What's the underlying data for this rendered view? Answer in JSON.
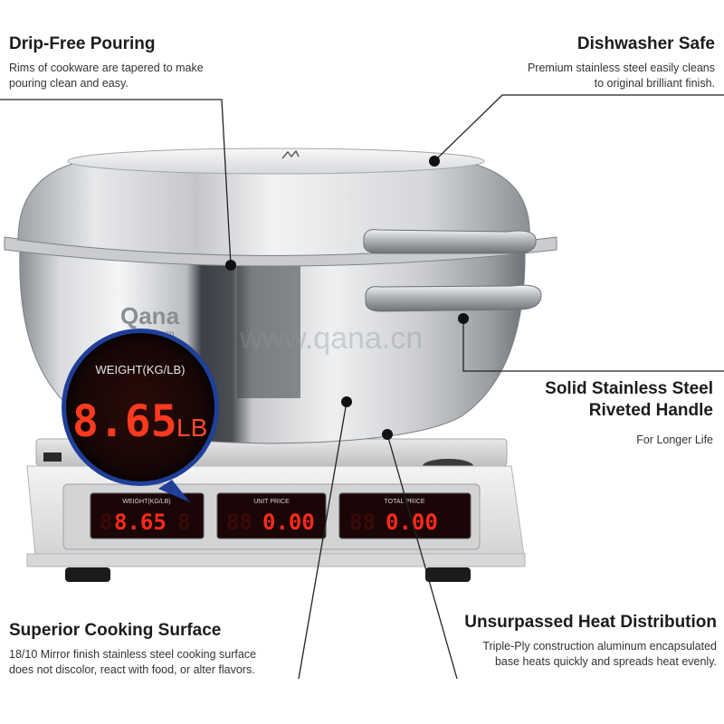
{
  "callouts": {
    "drip_free": {
      "title": "Drip-Free Pouring",
      "text_line1": "Rims of cookware are tapered to make",
      "text_line2": "pouring clean and easy."
    },
    "dishwasher": {
      "title": "Dishwasher Safe",
      "text_line1": "Premium stainless steel easily cleans",
      "text_line2": "to original brilliant finish."
    },
    "handle": {
      "title_line1": "Solid Stainless Steel",
      "title_line2": "Riveted Handle",
      "text": "For Longer Life"
    },
    "surface": {
      "title": "Superior Cooking Surface",
      "text_line1": "18/10 Mirror finish stainless steel cooking surface",
      "text_line2": "does not discolor, react with food, or alter flavors."
    },
    "heat": {
      "title": "Unsurpassed Heat Distribution",
      "text_line1": "Triple-Ply construction aluminum encapsulated",
      "text_line2": "base heats quickly and spreads heat evenly."
    }
  },
  "brand": {
    "logo": "Qana",
    "url": "www.qana.cn",
    "watermark": "www.qana.cn"
  },
  "scale": {
    "zoom_label": "WEIGHT(KG/LB)",
    "zoom_value": "8.65",
    "zoom_unit": "LB",
    "weight_label": "WEIGHT(KG/LB)",
    "weight_value": "8.65",
    "unit_price_label": "UNIT PRICE",
    "unit_price_value": "0.00",
    "total_price_label": "TOTAL PRICE",
    "total_price_value": "0.00"
  },
  "colors": {
    "display_red": "#ff2a1a",
    "display_bg": "#1a0606",
    "zoom_ring": "#1f3f99"
  }
}
